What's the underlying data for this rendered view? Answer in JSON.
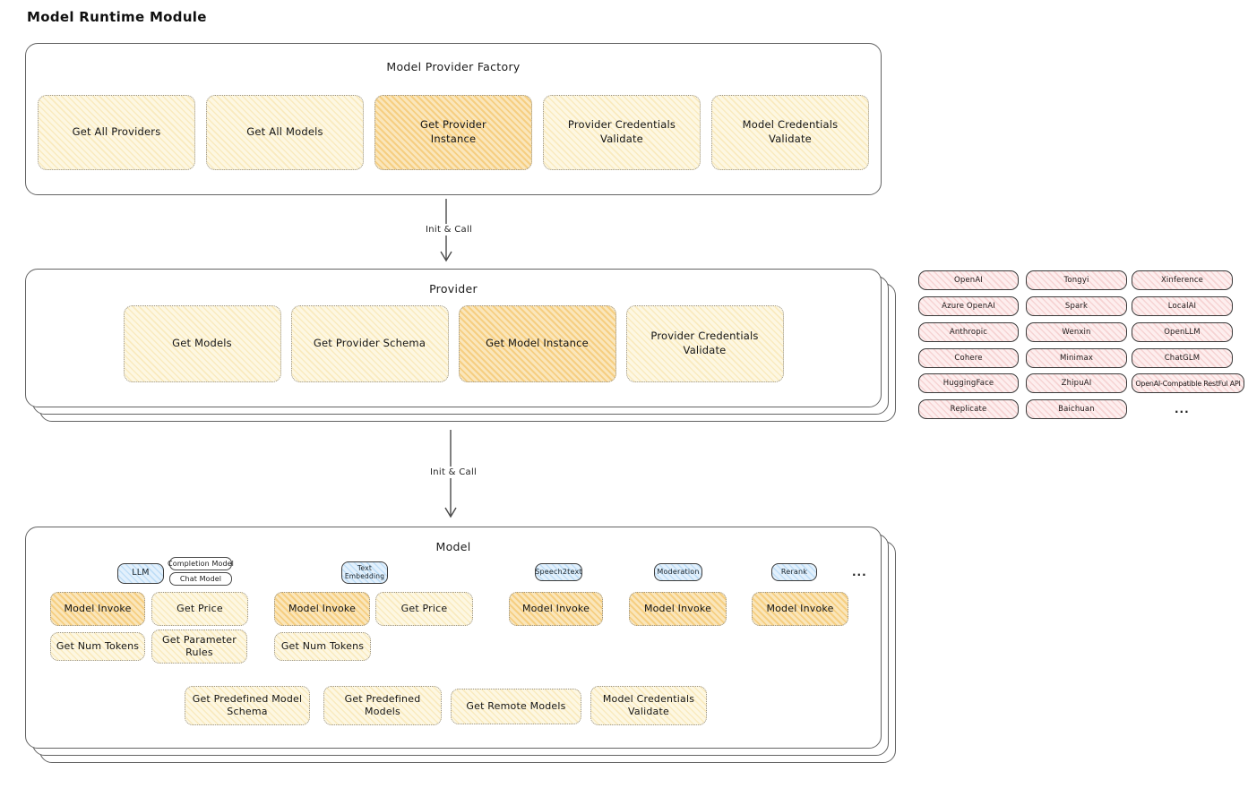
{
  "title": "Model Runtime Module",
  "colors": {
    "button_cream": "#fdf7e2",
    "button_highlight": "#fae6bb",
    "chip_pink": "#fdeeee",
    "pill_blue": "#e2f0fc",
    "outline": "#636363"
  },
  "factory": {
    "title": "Model Provider Factory",
    "buttons": [
      {
        "label": "Get All Providers",
        "highlight": false
      },
      {
        "label": "Get All Models",
        "highlight": false
      },
      {
        "label": "Get Provider Instance",
        "highlight": true
      },
      {
        "label": "Provider Credentials Validate",
        "highlight": false
      },
      {
        "label": "Model Credentials Validate",
        "highlight": false
      }
    ]
  },
  "arrows": [
    {
      "label": "Init & Call"
    },
    {
      "label": "Init & Call"
    }
  ],
  "provider": {
    "title": "Provider",
    "buttons": [
      {
        "label": "Get Models",
        "highlight": false
      },
      {
        "label": "Get Provider Schema",
        "highlight": false
      },
      {
        "label": "Get Model Instance",
        "highlight": true
      },
      {
        "label": "Provider Credentials Validate",
        "highlight": false
      }
    ]
  },
  "provider_list": {
    "col1": [
      "OpenAI",
      "Azure OpenAI",
      "Anthropic",
      "Cohere",
      "HuggingFace",
      "Replicate"
    ],
    "col2": [
      "Tongyi",
      "Spark",
      "Wenxin",
      "Minimax",
      "ZhipuAI",
      "Baichuan"
    ],
    "col3": [
      "Xinference",
      "LocalAI",
      "OpenLLM",
      "ChatGLM",
      "OpenAI-Compatible RestFul API"
    ],
    "more": "..."
  },
  "model": {
    "title": "Model",
    "pills": [
      {
        "label": "LLM"
      },
      {
        "label": "Text Embedding"
      },
      {
        "label": "Speech2text"
      },
      {
        "label": "Moderation"
      },
      {
        "label": "Rerank"
      }
    ],
    "llm_tags": [
      "Completion Model",
      "Chat Model"
    ],
    "ops": {
      "model_invoke": "Model Invoke",
      "get_price": "Get Price",
      "get_num_tokens": "Get Num Tokens",
      "get_parameter_rules": "Get Parameter Rules"
    },
    "bottom_ops": [
      "Get Predefined Model Schema",
      "Get Predefined Models",
      "Get Remote Models",
      "Model Credentials Validate"
    ],
    "ellipsis": "..."
  }
}
